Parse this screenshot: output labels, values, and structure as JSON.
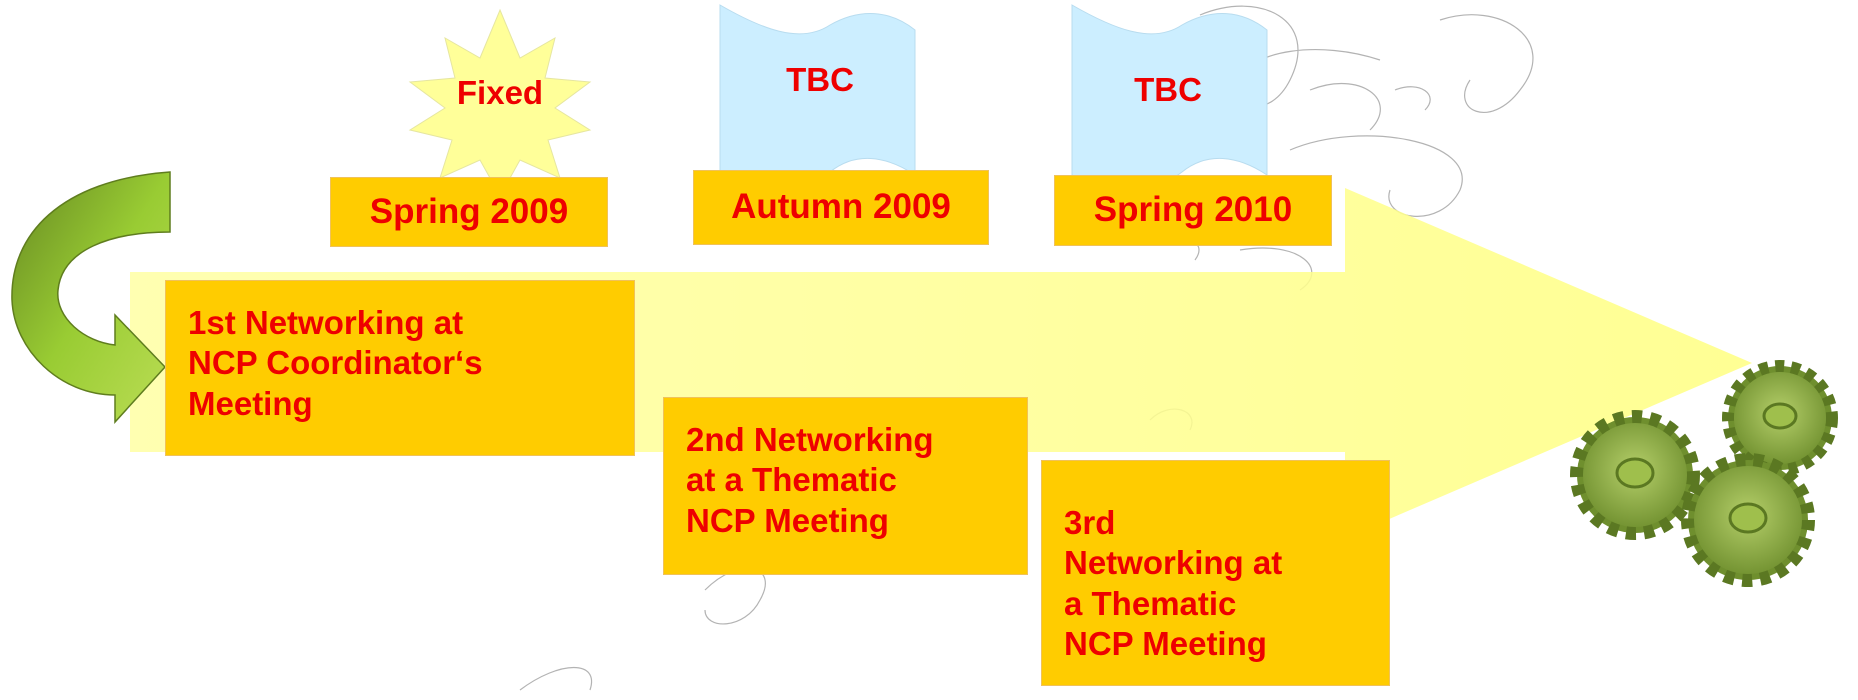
{
  "colors": {
    "arrow_fill": "#ffff99",
    "box_fill": "#ffcc00",
    "text": "#ee0000",
    "curved_arrow": "#99cc33",
    "gears": "#77993a",
    "banner": "#cceeff",
    "star": "#ffff99"
  },
  "badges": [
    {
      "text": "Fixed",
      "shape": "starburst"
    },
    {
      "text": "TBC",
      "shape": "wave-banner"
    },
    {
      "text": "TBC",
      "shape": "wave-banner"
    }
  ],
  "dates": [
    "Spring 2009",
    "Autumn 2009",
    "Spring 2010"
  ],
  "meetings": [
    {
      "text": "1st Networking at\nNCP Coordinator‘s\nMeeting"
    },
    {
      "text": "2nd Networking\nat a Thematic\nNCP Meeting"
    },
    {
      "text": "3rd\nNetworking at\na Thematic\nNCP Meeting"
    }
  ],
  "icons": [
    "curved-arrow-icon",
    "gears-icon"
  ]
}
